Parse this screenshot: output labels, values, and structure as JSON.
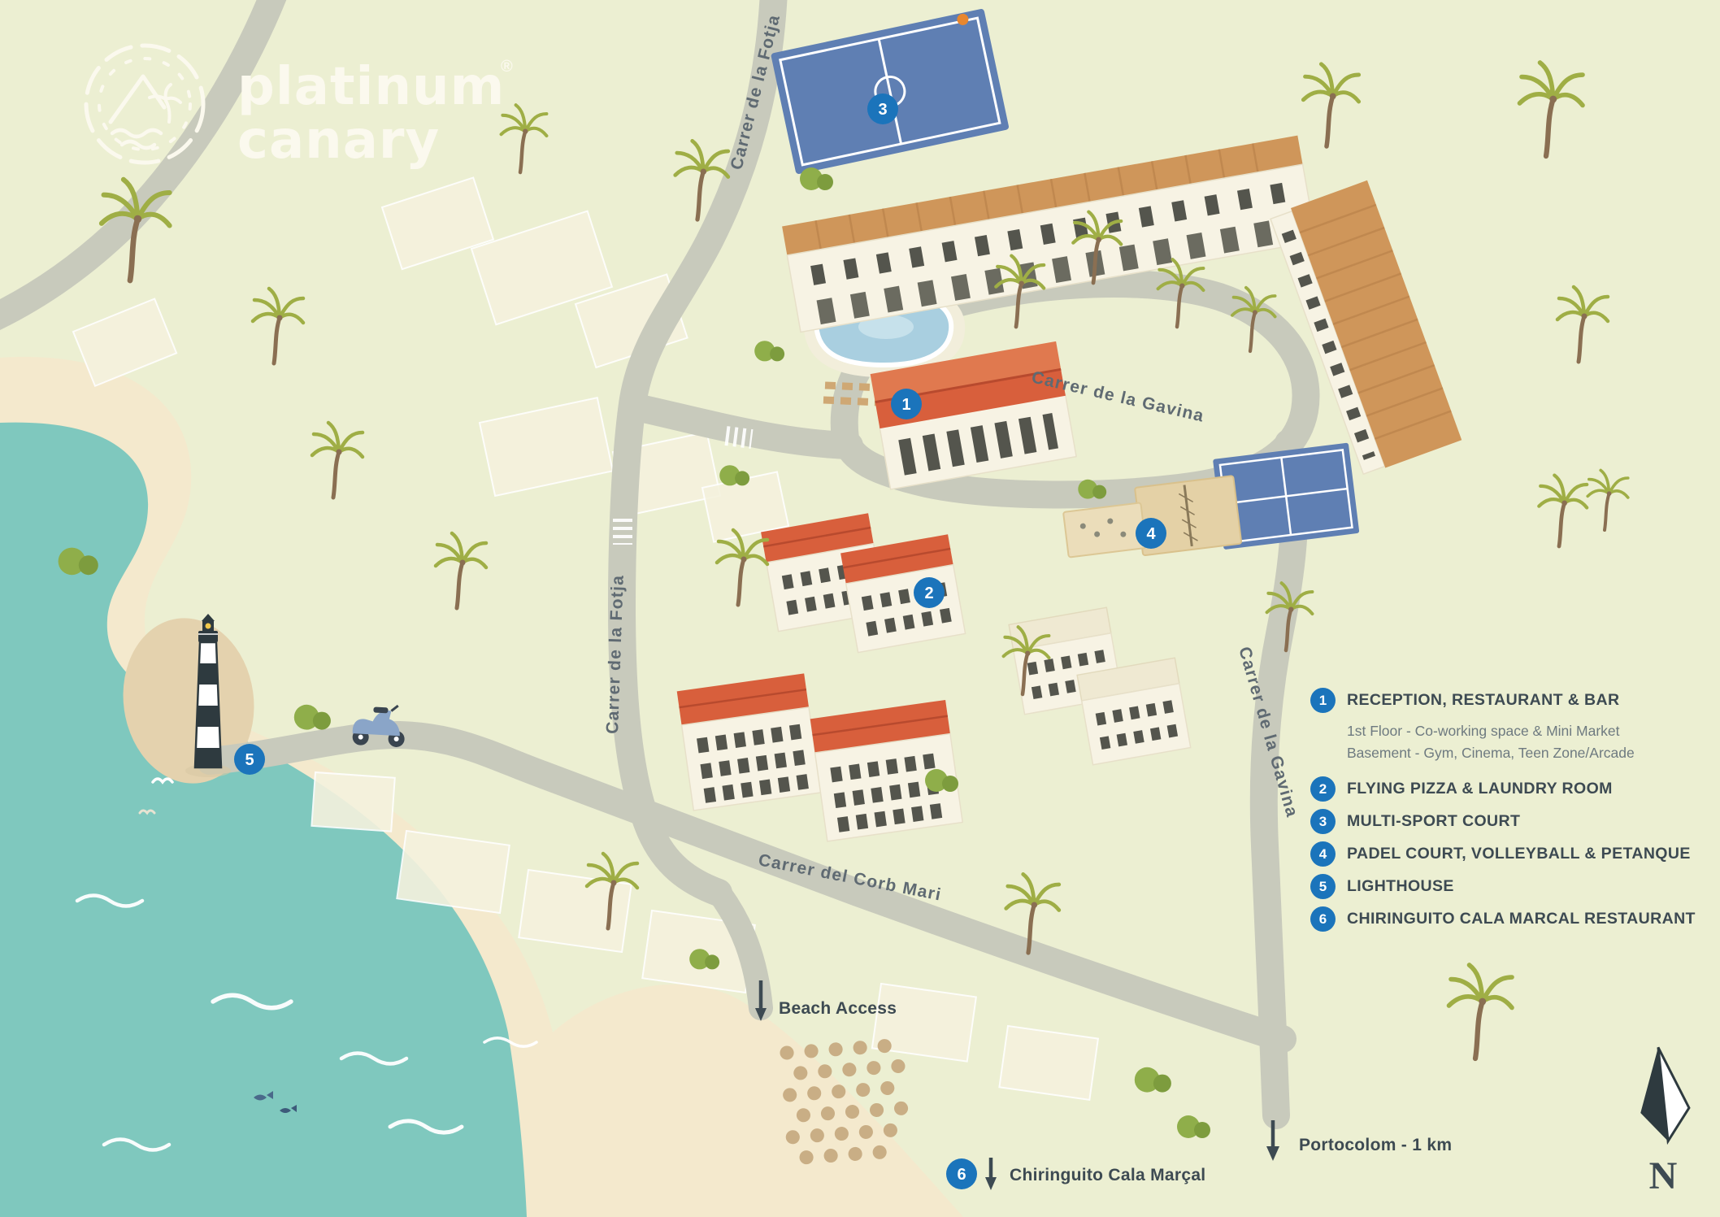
{
  "brand": {
    "line1": "platinum",
    "line2": "canary",
    "registered": "®"
  },
  "streets": {
    "fotja_top": "Carrer de la Fotja",
    "fotja_mid": "Carrer de la Fotja",
    "gavina_top": "Carrer de la Gavina",
    "gavina_right": "Carrer de la Gavina",
    "corb_mari": "Carrer del Corb Mari"
  },
  "markers": {
    "m1": "1",
    "m2": "2",
    "m3": "3",
    "m4": "4",
    "m5": "5",
    "m6": "6"
  },
  "callouts": {
    "beach_access": "Beach Access",
    "portocolom": "Portocolom - 1 km",
    "chiringuito": "Chiringuito Cala Marçal",
    "north": "N"
  },
  "legend": {
    "items": [
      {
        "num": "1",
        "label": "RECEPTION, RESTAURANT & BAR",
        "sub1": "1st Floor - Co-working space & Mini Market",
        "sub2": "Basement - Gym, Cinema, Teen Zone/Arcade"
      },
      {
        "num": "2",
        "label": "FLYING PIZZA & LAUNDRY ROOM"
      },
      {
        "num": "3",
        "label": "MULTI-SPORT COURT"
      },
      {
        "num": "4",
        "label": "PADEL COURT, VOLLEYBALL & PETANQUE"
      },
      {
        "num": "5",
        "label": "LIGHTHOUSE"
      },
      {
        "num": "6",
        "label": "CHIRINGUITO CALA MARCAL RESTAURANT"
      }
    ]
  },
  "colors": {
    "land": "#ECEFD2",
    "sea": "#7FC8BE",
    "sand": "#F4E9CD",
    "sand2": "#E4D2AE",
    "road": "#C8CABC",
    "roof-red": "#D85F3C",
    "roof-red-light": "#E0794F",
    "roof-tan": "#CF965A",
    "roof-tan-dark": "#B8814A",
    "cream": "#F7F3E4",
    "cream2": "#F5F2DE",
    "window": "#54554D",
    "court-blue": "#5F7FB3",
    "sand-court": "#E4D1A6",
    "marker-blue": "#1B74BB",
    "ink": "#3D4A52",
    "subtext": "#6E7A80",
    "street": "#5F6A72",
    "bush": "#8FAE4A",
    "bush-dark": "#7D9C3E",
    "trunk": "#8A6F52",
    "frond": "#9FAE45",
    "pool": "#A9CFE0",
    "dark": "#2E3A3F",
    "umbrella": "#C9AE85"
  }
}
